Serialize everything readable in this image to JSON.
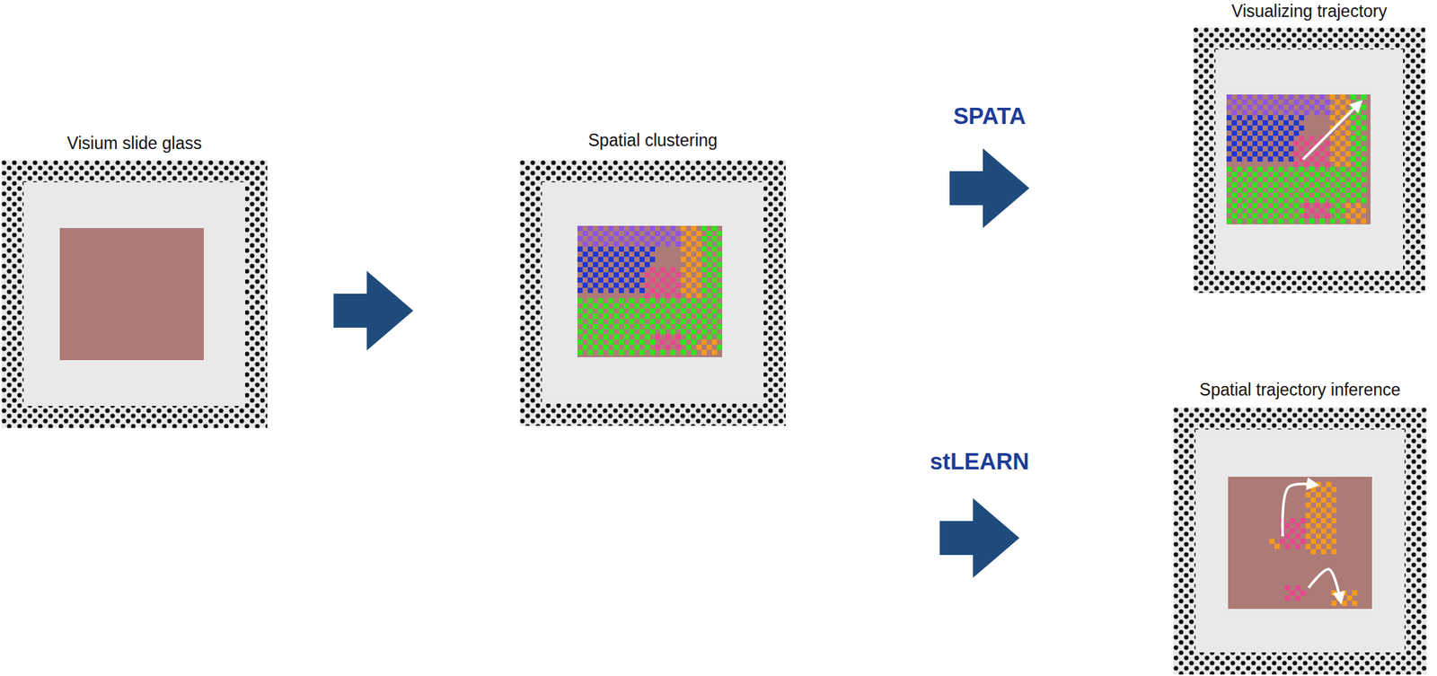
{
  "diagram": {
    "nodes": [
      {
        "text": [
          "Visium slide glass"
        ]
      },
      {
        "text": [
          "Spatial clustering"
        ]
      },
      {
        "text": [
          "Visualizing trajectory"
        ]
      },
      {
        "text": [
          "Spatial trajectory inference"
        ]
      }
    ],
    "edges": [
      {
        "from": 0,
        "to": 1,
        "arrow": "to"
      },
      {
        "from": 1,
        "to": 2,
        "label": "SPATA",
        "arrow": "to"
      },
      {
        "from": 1,
        "to": 3,
        "label": "stLEARN",
        "arrow": "to"
      }
    ]
  }
}
